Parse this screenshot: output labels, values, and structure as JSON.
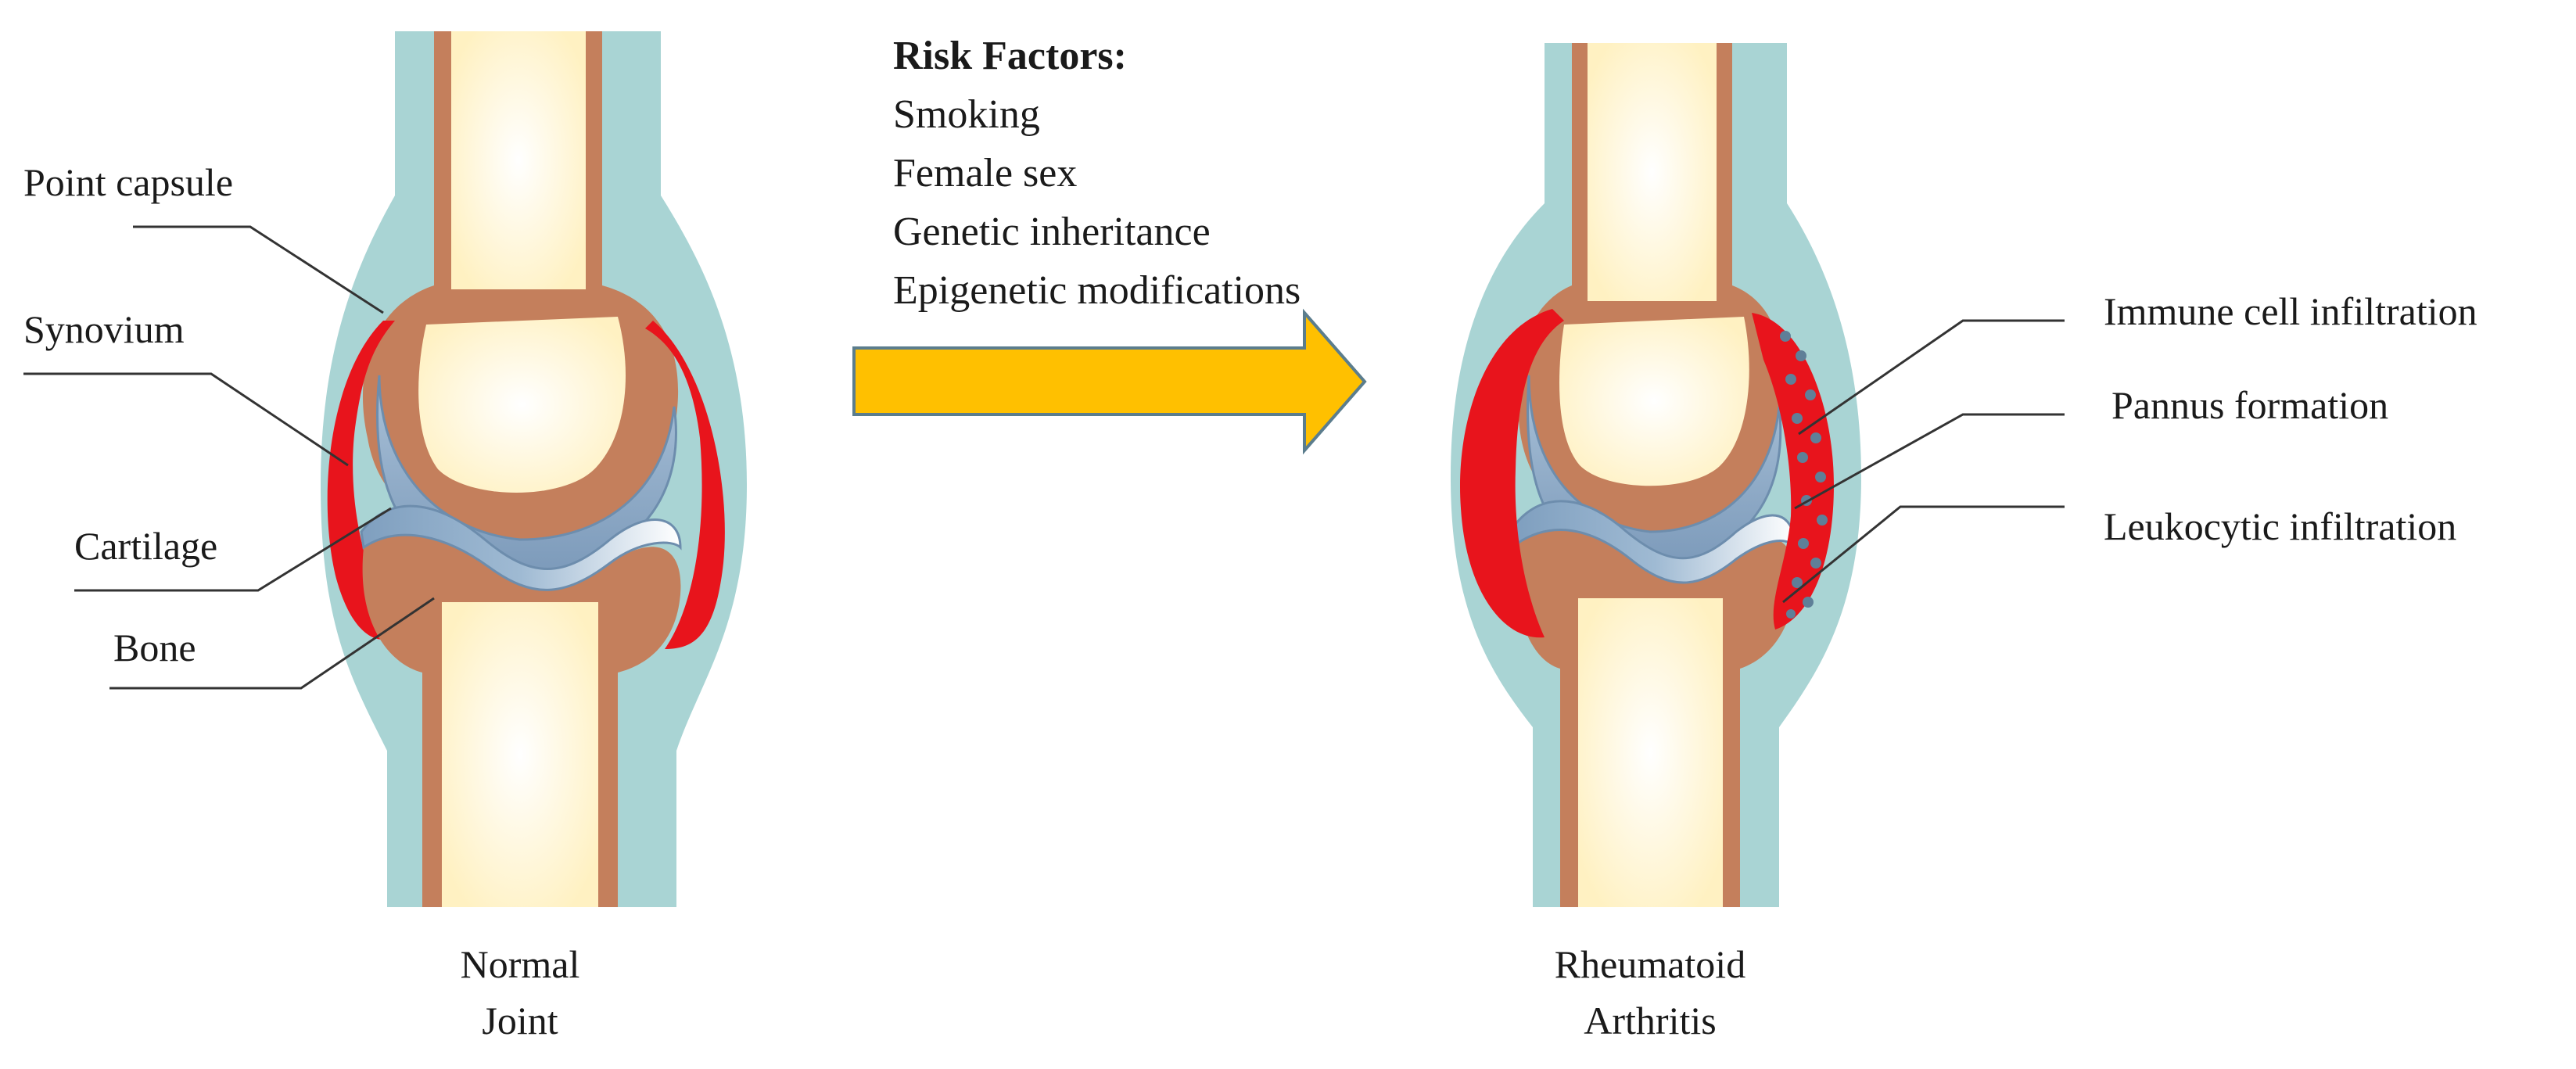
{
  "risk_factors": {
    "heading": "Risk Factors:",
    "items": [
      "Smoking",
      "Female sex",
      "Genetic inheritance",
      "Epigenetic modifications"
    ]
  },
  "normal_joint": {
    "caption_line1": "Normal",
    "caption_line2": "Joint",
    "labels": {
      "capsule": "Point capsule",
      "synovium": "Synovium",
      "cartilage": "Cartilage",
      "bone": "Bone"
    }
  },
  "ra_joint": {
    "caption_line1": "Rheumatoid",
    "caption_line2": "Arthritis",
    "labels": {
      "immune": "Immune cell infiltration",
      "pannus": "Pannus formation",
      "leukocytic": "Leukocytic infiltration"
    }
  },
  "colors": {
    "capsule": "#a9d4d4",
    "bone_cortex": "#c47f5c",
    "marrow": "#fff6cf",
    "cartilage": "#8aa9c6",
    "synovium": "#e8141c",
    "arrow": "#ffc000",
    "arrow_outline": "#5b7d8d",
    "cells": "#5f7f98"
  },
  "icons": [
    "normal-joint-illustration",
    "rheumatoid-arthritis-joint-illustration",
    "right-arrow-icon"
  ]
}
